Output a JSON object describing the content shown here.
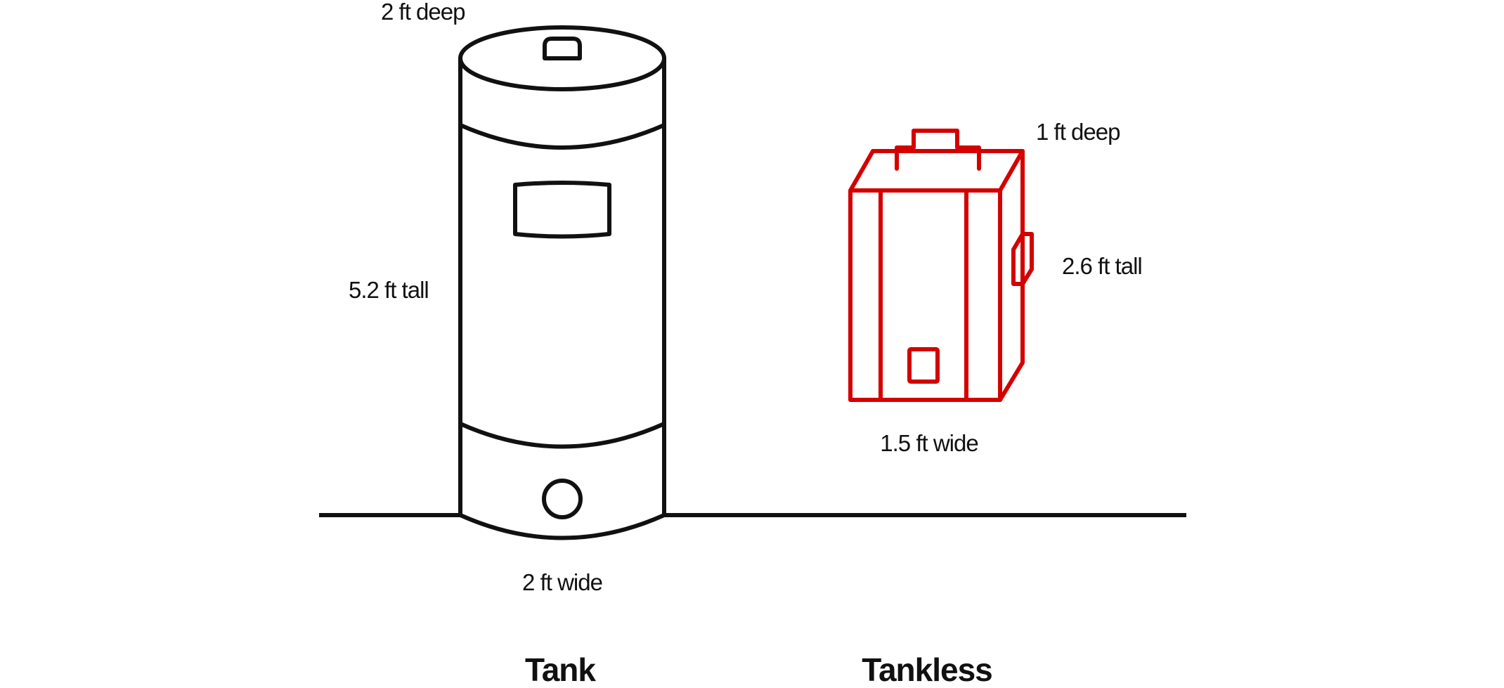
{
  "tank": {
    "title": "Tank",
    "depth_label": "2 ft deep",
    "height_label": "5.2 ft tall",
    "width_label": "2 ft wide",
    "stroke_color": "#111111"
  },
  "tankless": {
    "title": "Tankless",
    "depth_label": "1 ft deep",
    "height_label": "2.6 ft tall",
    "width_label": "1.5 ft wide",
    "stroke_color": "#d40000"
  }
}
